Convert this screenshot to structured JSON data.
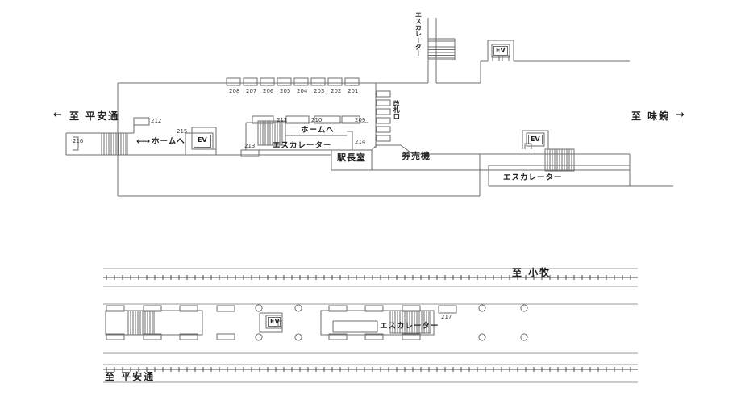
{
  "diagram": {
    "title": "Station floor plan schematic",
    "line_color": "#6e6e6e",
    "text_color": "#231f20"
  },
  "upper_plan": {
    "name": "concourse-level-plan",
    "destinations": {
      "left": {
        "label": "至  平安通",
        "arrow": "←"
      },
      "right": {
        "label": "至  味鋺",
        "arrow": "→"
      }
    },
    "vertical_labels": {
      "escalator_top": "エスカレーター",
      "ticket_gate": "改札口"
    },
    "rooms": [
      {
        "name": "station-master-office",
        "label": "駅長室"
      },
      {
        "name": "ticket-machines",
        "label": "券売機"
      }
    ],
    "escalator_labels": [
      {
        "name": "escalator-center",
        "label": "エスカレーター"
      },
      {
        "name": "escalator-right",
        "label": "エスカレーター"
      }
    ],
    "platform_way_labels": [
      {
        "name": "to-platform-left",
        "label": "ホームへ",
        "arrow": "⟷"
      },
      {
        "name": "to-platform-center",
        "label": "ホームへ"
      }
    ],
    "elevators": [
      {
        "name": "elevator-top-right",
        "label": "EV"
      },
      {
        "name": "elevator-left",
        "label": "EV"
      },
      {
        "name": "elevator-right",
        "label": "EV"
      }
    ],
    "asset_numbers_top": [
      "208",
      "207",
      "206",
      "205",
      "204",
      "203",
      "202",
      "201"
    ],
    "asset_numbers_other": [
      "216",
      "212",
      "215",
      "213",
      "211",
      "210",
      "209",
      "214"
    ]
  },
  "lower_plan": {
    "name": "platform-level-plan",
    "destinations": {
      "top": {
        "label": "至  小牧"
      },
      "bottom": {
        "label": "至  平安通"
      }
    },
    "elevators": [
      {
        "name": "elevator-platform",
        "label": "EV"
      }
    ],
    "escalator_labels": [
      {
        "name": "escalator-platform",
        "label": "エスカレーター"
      }
    ],
    "asset_numbers": [
      "217"
    ]
  }
}
